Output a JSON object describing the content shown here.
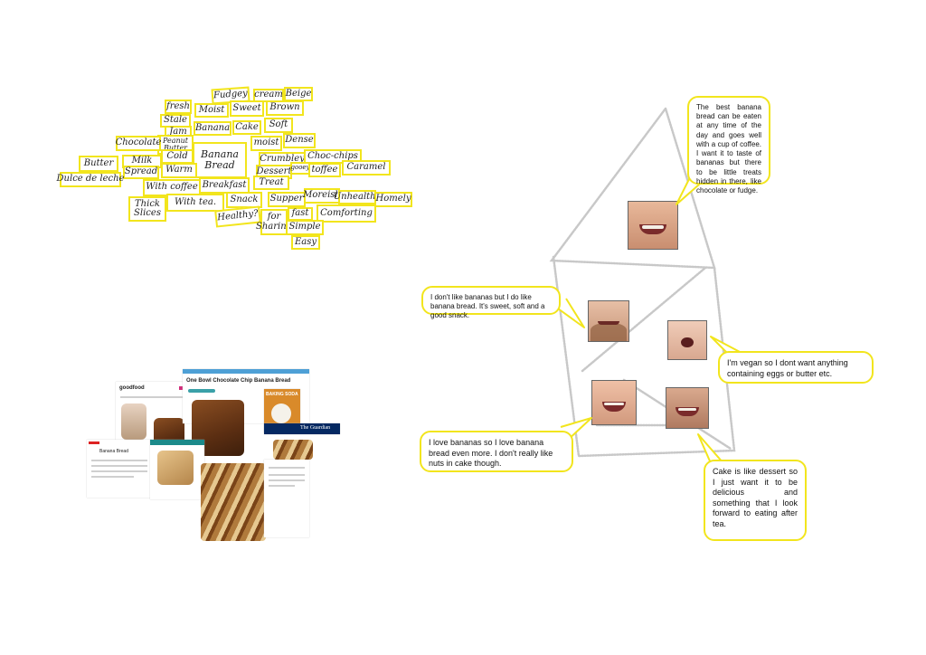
{
  "words": [
    {
      "id": "fudgey",
      "text": "Fudgey"
    },
    {
      "id": "cream",
      "text": "cream"
    },
    {
      "id": "beige",
      "text": "Beige"
    },
    {
      "id": "fresh",
      "text": "fresh"
    },
    {
      "id": "moist",
      "text": "Moist"
    },
    {
      "id": "sweet",
      "text": "Sweet"
    },
    {
      "id": "brown",
      "text": "Brown"
    },
    {
      "id": "stale",
      "text": "Stale"
    },
    {
      "id": "soft",
      "text": "Soft"
    },
    {
      "id": "jam",
      "text": "Jam"
    },
    {
      "id": "banana",
      "text": "Banana"
    },
    {
      "id": "cake",
      "text": "Cake"
    },
    {
      "id": "peanut-butter",
      "text": "Peanut Butter"
    },
    {
      "id": "chocolate",
      "text": "Chocolate"
    },
    {
      "id": "moist2",
      "text": "moist"
    },
    {
      "id": "dense",
      "text": "Dense"
    },
    {
      "id": "banana-bread",
      "text": "Banana Bread"
    },
    {
      "id": "butter",
      "text": "Butter"
    },
    {
      "id": "milk",
      "text": "Milk"
    },
    {
      "id": "cold",
      "text": "Cold"
    },
    {
      "id": "crumbley",
      "text": "Crumbley"
    },
    {
      "id": "choc-chips",
      "text": "Choc-chips"
    },
    {
      "id": "spread",
      "text": "Spread"
    },
    {
      "id": "warm",
      "text": "Warm"
    },
    {
      "id": "dessert",
      "text": "Dessert"
    },
    {
      "id": "gooey",
      "text": "gooey"
    },
    {
      "id": "toffee",
      "text": "toffee"
    },
    {
      "id": "caramel",
      "text": "Caramel"
    },
    {
      "id": "dulce",
      "text": "Dulce de leche"
    },
    {
      "id": "with-coffee",
      "text": "With coffee"
    },
    {
      "id": "breakfast",
      "text": "Breakfast"
    },
    {
      "id": "treat",
      "text": "Treat"
    },
    {
      "id": "thick-slices",
      "text": "Thick Slices"
    },
    {
      "id": "with-tea",
      "text": "With tea."
    },
    {
      "id": "snack",
      "text": "Snack"
    },
    {
      "id": "supper",
      "text": "Supper"
    },
    {
      "id": "moreish",
      "text": "Moreish"
    },
    {
      "id": "unhealthy",
      "text": "Unhealthy"
    },
    {
      "id": "homely",
      "text": "Homely"
    },
    {
      "id": "healthy",
      "text": "Healthy?"
    },
    {
      "id": "for-sharing",
      "text": "for Sharing"
    },
    {
      "id": "fast",
      "text": "fast"
    },
    {
      "id": "comforting",
      "text": "Comforting"
    },
    {
      "id": "simple",
      "text": "Simple"
    },
    {
      "id": "easy",
      "text": "Easy"
    }
  ],
  "quotes": {
    "q1": "The best banana bread can be eaten at any time of the day and goes well with a cup of coffee. I want it to taste of bananas but there to be little treats hidden in there, like chocolate or fudge.",
    "q2": "I don't like bananas but I do like banana bread. It's sweet, soft and a good snack.",
    "q3": "I'm vegan so I dont want anything containing eggs or butter etc.",
    "q4": "I love bananas so I love banana bread even more. I don't really like nuts in cake though.",
    "q5": "Cake is like dessert so I just want it to be delicious and something that I look forward to eating after tea."
  },
  "collage": {
    "bbc_logo": "goodfood",
    "recipe_title": "One Bowl Chocolate Chip Banana Bread",
    "baking_soda": "BAKING SODA",
    "guardian": "The Guardian",
    "banana_bread_doc": "Banana Bread"
  },
  "colors": {
    "accent": "#f2e51d",
    "sketch": "#c8c8c8"
  }
}
